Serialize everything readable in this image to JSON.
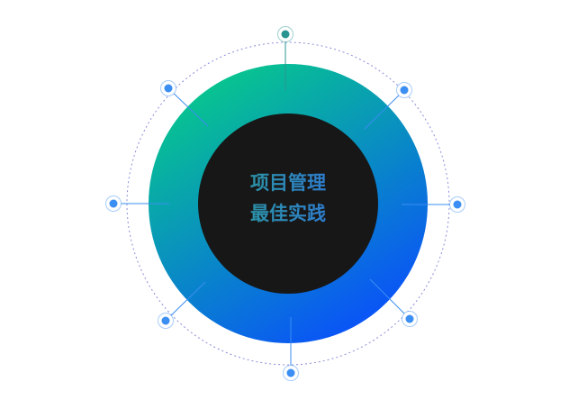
{
  "title_line1": "项目管理",
  "title_line2": "最佳实践",
  "colors": {
    "ring_start": "#08cc88",
    "ring_end": "#0a4cff",
    "core": "#171717",
    "node_teal": "#2a9490",
    "node_blue": "#3b8ef2",
    "dotted": "#8a8fd8"
  },
  "nodes": [
    {
      "position": "top",
      "color": "teal"
    },
    {
      "position": "top-right",
      "color": "blue"
    },
    {
      "position": "right",
      "color": "blue"
    },
    {
      "position": "bottom-right",
      "color": "blue"
    },
    {
      "position": "bottom",
      "color": "blue"
    },
    {
      "position": "bottom-left",
      "color": "blue"
    },
    {
      "position": "left",
      "color": "blue"
    },
    {
      "position": "top-left",
      "color": "blue"
    }
  ]
}
